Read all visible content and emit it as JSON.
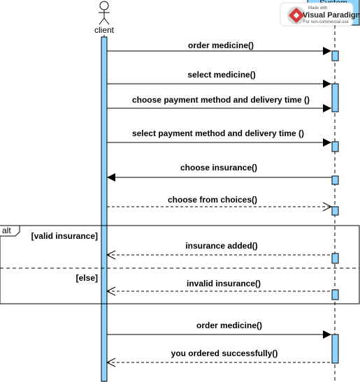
{
  "participants": {
    "client": {
      "label": "client"
    },
    "system": {
      "label": "System"
    }
  },
  "watermark": {
    "made_with": "Made with",
    "brand": "Visual Paradigm",
    "note": "For non-commercial use"
  },
  "fragment": {
    "operator": "alt",
    "guard_1": "[valid insurance]",
    "guard_2": "[else]"
  },
  "messages": [
    {
      "label": "order medicine()",
      "from": "client",
      "to": "system",
      "style": "sync"
    },
    {
      "label": "select medicine()",
      "from": "client",
      "to": "system",
      "style": "sync"
    },
    {
      "label": "choose payment method and delivery time ()",
      "from": "client",
      "to": "system",
      "style": "sync"
    },
    {
      "label": "select payment method and delivery time ()",
      "from": "client",
      "to": "system",
      "style": "sync"
    },
    {
      "label": "choose insurance()",
      "from": "system",
      "to": "client",
      "style": "sync"
    },
    {
      "label": "choose from choices()",
      "from": "client",
      "to": "system",
      "style": "return"
    },
    {
      "label": "insurance added()",
      "from": "system",
      "to": "client",
      "style": "return"
    },
    {
      "label": "invalid insurance()",
      "from": "system",
      "to": "client",
      "style": "return"
    },
    {
      "label": "order medicine()",
      "from": "client",
      "to": "system",
      "style": "sync"
    },
    {
      "label": "you ordered successfully()",
      "from": "system",
      "to": "client",
      "style": "return"
    }
  ]
}
